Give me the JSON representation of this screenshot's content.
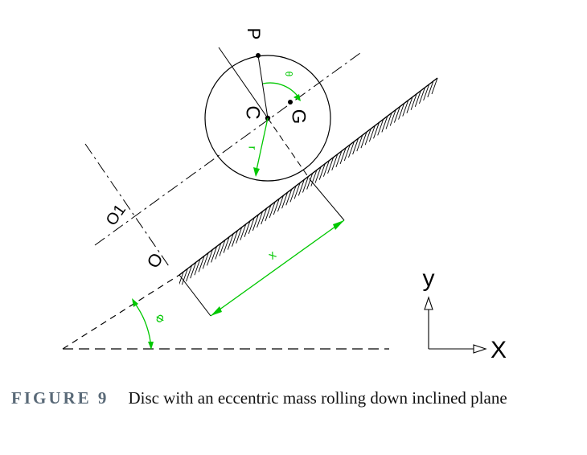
{
  "figure": {
    "labels": {
      "P": "P",
      "C": "C",
      "G": "G",
      "r": "r",
      "theta": "θ",
      "O1": "O1",
      "O": "O",
      "x": "x",
      "phi": "Φ",
      "axis_y": "y",
      "axis_x": "X"
    },
    "colors": {
      "line": "#000000",
      "dimension": "#00c800"
    }
  },
  "caption": {
    "label": "FIGURE 9",
    "text": "Disc with an eccentric mass rolling down inclined plane"
  }
}
